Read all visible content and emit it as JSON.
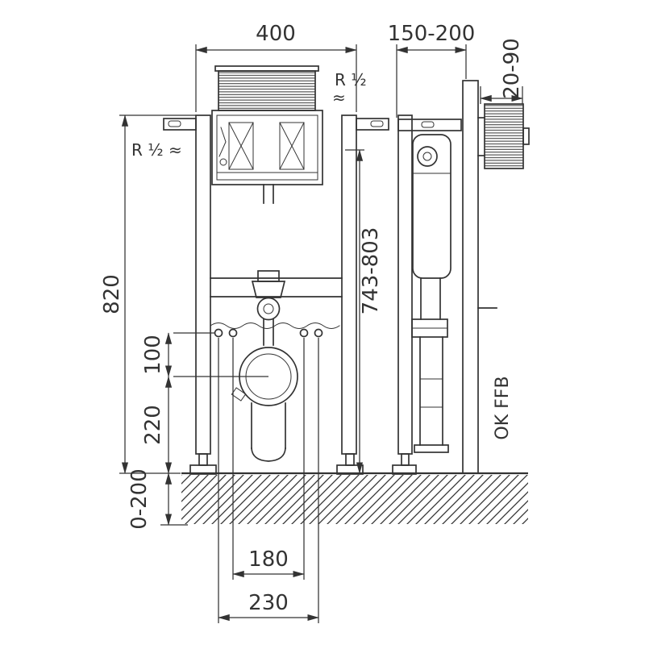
{
  "drawing": {
    "front_view": {
      "dim_frame_width": "400",
      "dim_frame_height": "820",
      "dim_bolt_to_drain": "100",
      "dim_drain_height": "220",
      "dim_foot_adjust": "0-200",
      "dim_panel_height": "743-803",
      "dim_bolt_spacing": "180",
      "dim_fixing_spacing": "230",
      "label_water_connection_left": "R ½ ≈",
      "label_water_connection_top": "R ½",
      "label_water_connection_top_symbol": "≈"
    },
    "side_view": {
      "dim_frame_depth": "150-200",
      "dim_actuator_depth": "20-90",
      "label_finished_floor": "OK FFB"
    },
    "colors": {
      "line": "#333333",
      "background": "#ffffff"
    }
  }
}
